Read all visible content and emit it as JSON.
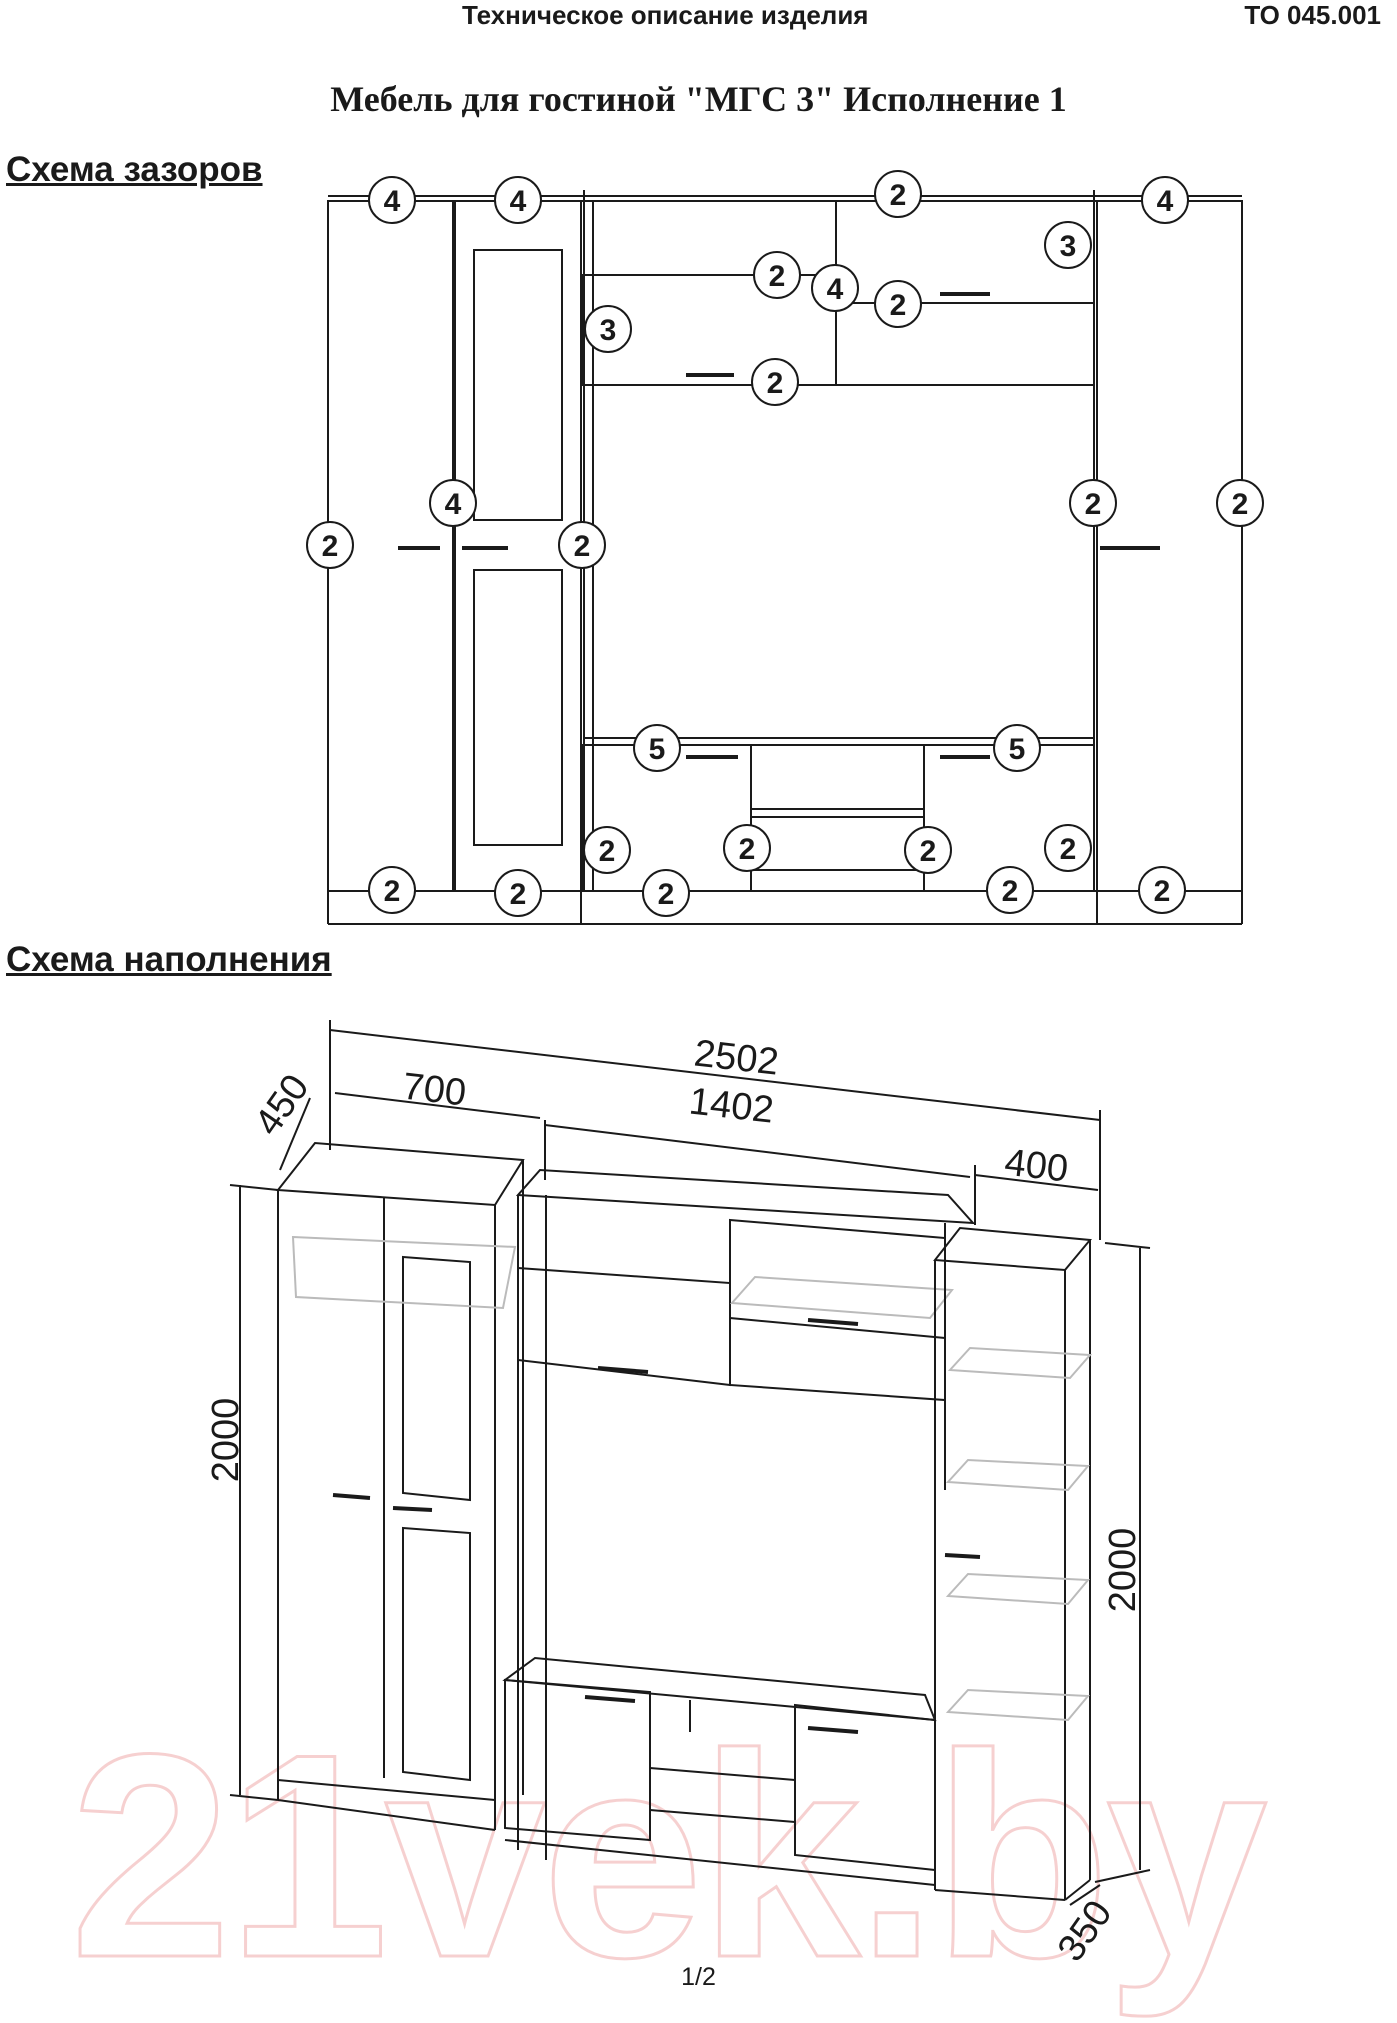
{
  "header": {
    "left": "Техническое описание изделия",
    "right": "ТО 045.001"
  },
  "title": "Мебель для гостиной \"МГС 3\" Исполнение 1",
  "sections": {
    "gaps": "Схема зазоров",
    "fill": "Схема наполнения"
  },
  "gap_markers": {
    "top_left_a": "4",
    "top_left_b": "4",
    "top_center": "2",
    "top_right": "4",
    "flap_right": "3",
    "shelf_top_a": "2",
    "shelf_top_b": "4",
    "shelf_top_c": "2",
    "flap_left": "3",
    "shelf_bottom": "2",
    "mid_left_outer": "2",
    "mid_left_door": "4",
    "mid_left_inner": "2",
    "mid_right_inner": "2",
    "mid_right_outer": "2",
    "tv_left": "5",
    "tv_right": "5",
    "low_a": "2",
    "low_b": "2",
    "low_c": "2",
    "low_d": "2",
    "base_a": "2",
    "base_b": "2",
    "base_c": "2",
    "base_d": "2",
    "base_e": "2"
  },
  "dimensions": {
    "total_width": "2502",
    "center_width": "1402",
    "left_width": "700",
    "right_width": "400",
    "left_depth": "450",
    "right_depth": "350",
    "left_height": "2000",
    "right_height": "2000"
  },
  "page_number": "1/2",
  "watermark": "21vek.by"
}
